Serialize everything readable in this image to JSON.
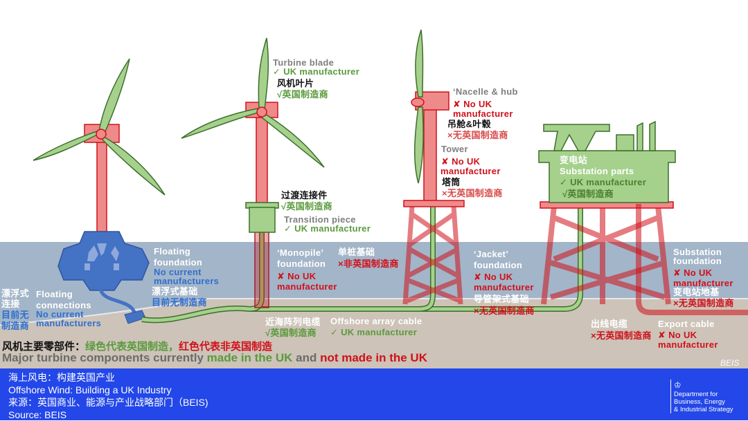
{
  "labels": {
    "turbine_blade": {
      "en": "Turbine blade",
      "en_status": "✓ UK manufacturer",
      "zh": "风机叶片",
      "zh_status": "√英国制造商"
    },
    "nacelle": {
      "en": "‘Nacelle & hub",
      "en_status": "✘ No UK",
      "en_status2": "manufacturer",
      "zh": "吊舱&叶毂",
      "zh_status": "×无英国制造商"
    },
    "tower": {
      "en": "Tower",
      "en_status": "✘ No UK",
      "en_status2": "manufacturer",
      "zh": "塔筒",
      "zh_status": "×无英国制造商"
    },
    "transition_piece": {
      "zh": "过渡连接件",
      "zh_status": "√英国制造商",
      "en": "Transition piece",
      "en_status": "✓ UK manufacturer"
    },
    "substation": {
      "zh": "变电站",
      "en": "Substation parts",
      "en_status": "✓ UK manufacturer",
      "zh_status": "√英国制造商"
    },
    "floating_foundation": {
      "en": "Floating",
      "en2": "foundation",
      "en_status": "No current",
      "en_status2": "manufacturers",
      "zh": "漂浮式基础",
      "zh_status": "目前无制造商"
    },
    "floating_connections": {
      "en": "Floating",
      "en2": "connections",
      "en_status": "No current",
      "en_status2": "manufacturers",
      "zh": "漂浮式",
      "zh2": "连接",
      "zh_status": "目前无",
      "zh_status2": "制造商"
    },
    "monopile": {
      "en": "‘Monopile’",
      "en2": "foundation",
      "en_status": "✘ No UK",
      "en_status2": "manufacturer",
      "zh": "单桩基础",
      "zh_status": "×非英国制造商"
    },
    "jacket": {
      "en": "‘Jacket’",
      "en2": "foundation",
      "en_status": "✘ No UK",
      "en_status2": "manufacturer",
      "zh": "导管架式基础",
      "zh_status": "×无英国制造商"
    },
    "substation_foundation": {
      "en": "Substation",
      "en2": "foundation",
      "en_status": "✘ No UK",
      "en_status2": "manufacturer",
      "zh": "变电站地基",
      "zh_status": "×无英国制造商"
    },
    "array_cable": {
      "zh": "近海阵列电缆",
      "zh_status": "√英国制造商",
      "en": "Offshore array cable",
      "en_status": "✓ UK manufacturer"
    },
    "export_cable": {
      "zh": "出线电缆",
      "zh_status": "×无英国制造商",
      "en": "Export cable",
      "en_status": "✘ No UK",
      "en_status2": "manufacturer"
    }
  },
  "legend": {
    "zh_prefix": "风机主要零部件：",
    "zh_green": "绿色代表英国制造，",
    "zh_red": "红色代表非英国制造",
    "en_prefix": "Major turbine components currently ",
    "en_green": "made in the UK",
    "en_mid": " and ",
    "en_red": "not made in the UK"
  },
  "watermark": "BEIS",
  "footer": {
    "line1": "海上风电：构建英国产业",
    "line2": "Offshore Wind: Building a UK Industry",
    "line3": "来源：英国商业、能源与产业战略部门（BEIS)",
    "line4": "Source: BEIS",
    "logo_line1": "Department for",
    "logo_line2": "Business, Energy",
    "logo_line3": "& Industrial Strategy"
  },
  "colors": {
    "uk": "#5a9a3c",
    "non_uk": "#d0101a",
    "none": "#2f6fcf",
    "footer": "#2347e8",
    "sea": "#a3b5c8",
    "seabed": "#cdc3b8"
  }
}
